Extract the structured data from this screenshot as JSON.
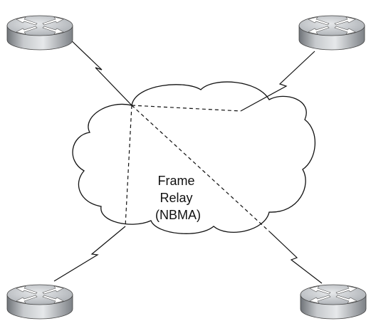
{
  "cloud": {
    "label_lines": [
      "Frame",
      "Relay",
      "(NBMA)"
    ]
  },
  "routers": [
    {
      "id": "router-top-left",
      "icon": "router-icon"
    },
    {
      "id": "router-top-right",
      "icon": "router-icon"
    },
    {
      "id": "router-bottom-left",
      "icon": "router-icon"
    },
    {
      "id": "router-bottom-right",
      "icon": "router-icon"
    }
  ],
  "links": {
    "serial": 4,
    "virtual_circuits": 3
  },
  "colors": {
    "line": "#111111",
    "router_body": "#9a9ea3",
    "router_top": "#c9cccf",
    "cloud_fill": "#ffffff"
  }
}
